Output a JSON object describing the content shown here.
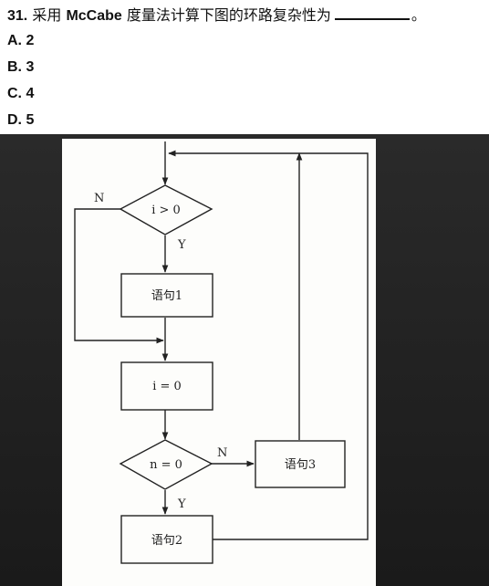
{
  "question": {
    "number": "31.",
    "text_before": "采用",
    "method": "McCabe",
    "text_after": "度量法计算下图的环路复杂性为",
    "end_punct": "。"
  },
  "options": [
    {
      "label": "A. 2"
    },
    {
      "label": "B. 3"
    },
    {
      "label": "C. 4"
    },
    {
      "label": "D. 5"
    }
  ],
  "flowchart": {
    "cond1": "i > 0",
    "stmt1": "语句1",
    "assign": "i = 0",
    "cond2": "n = 0",
    "stmt2": "语句2",
    "stmt3": "语句3",
    "yes": "Y",
    "no": "N"
  }
}
